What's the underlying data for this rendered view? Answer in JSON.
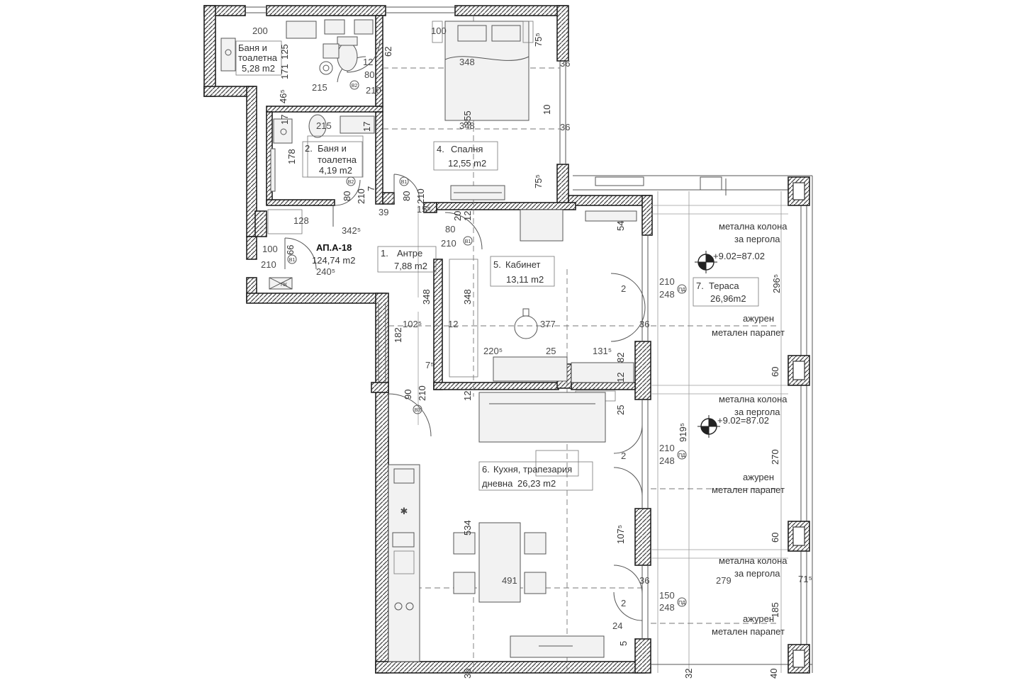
{
  "plan": {
    "apartment_id": "АП.А-18",
    "apartment_area": "124,74 m2",
    "rooms": [
      {
        "num": "1.",
        "name": "Антре",
        "area": "7,88 m2"
      },
      {
        "num": "2.",
        "name_line1": "Баня и",
        "name_line2": "тоалетна",
        "area": "4,19 m2"
      },
      {
        "num": "",
        "name_line1": "Баня и",
        "name_line2": "тоалетна",
        "area": "5,28 m2"
      },
      {
        "num": "4.",
        "name": "Спалня",
        "area": "12,55 m2"
      },
      {
        "num": "5.",
        "name": "Кабинет",
        "area": "13,11 m2"
      },
      {
        "num": "6.",
        "name_line1": "Кухня, трапезария",
        "name_line2": "дневна",
        "area": "26,23 m2"
      },
      {
        "num": "7.",
        "name": "Тераса",
        "area": "26,96m2"
      }
    ],
    "terrace_notes": {
      "column_line1": "метална колона",
      "column_line2": "за пергола",
      "parapet_line1": "ажурен",
      "parapet_line2": "метален парапет"
    },
    "levels": [
      "+9.02=87.02",
      "+9.02=87.02"
    ],
    "door_tags": [
      "B2",
      "B2",
      "B1",
      "B1",
      "B1",
      "B3",
      "ПД",
      "ПД",
      "ПД"
    ],
    "shaft_label": "ПК",
    "dimensions": {
      "d200": "200",
      "d100": "100",
      "d62": "62",
      "d755a": "75⁵",
      "d125": "125",
      "d171": "171",
      "d12a": "12",
      "d80a": "80",
      "d210a": "210",
      "d348a": "348",
      "d36a": "36",
      "d215a": "215",
      "d465": "46⁵",
      "d355": "355",
      "d10": "10",
      "d17": "17",
      "d215b": "215",
      "d17b": "17",
      "d348b": "348",
      "d36b": "36",
      "d178": "178",
      "d755b": "75⁵",
      "d80b": "80",
      "d210b": "210",
      "d7": "7",
      "d80c": "80",
      "d210c": "210",
      "d39": "39",
      "d155": "15⁵",
      "d20": "20",
      "d12b": "12",
      "d128": "128",
      "d3425": "342⁵",
      "d80d": "80",
      "d210d": "210",
      "d54": "54",
      "d100b": "100",
      "d210e": "210",
      "d66": "66",
      "d2405": "240⁵",
      "d210f": "210",
      "d248a": "248",
      "d2965": "296⁵",
      "d348c": "348",
      "d348d": "348",
      "d2a": "2",
      "d1025": "102⁵",
      "d12c": "12",
      "d377": "377",
      "d36c": "36",
      "d182": "182",
      "d2205": "220⁵",
      "d25a": "25",
      "d1315": "131⁵",
      "d82": "82",
      "d12d": "12",
      "d75c": "7⁵",
      "d60a": "60",
      "d90": "90",
      "d210g": "210",
      "d12e": "12",
      "d25b": "25",
      "d9195": "919⁵",
      "d210h": "210",
      "d248b": "248",
      "d2b": "2",
      "d270": "270",
      "d534": "534",
      "d1075": "107⁵",
      "d60b": "60",
      "d491": "491",
      "d36d": "36",
      "d279": "279",
      "d715": "71⁵",
      "d150": "150",
      "d248c": "248",
      "d2c": "2",
      "d185": "185",
      "d24": "24",
      "d5": "5",
      "d36e": "36",
      "d32": "32",
      "d40": "40"
    }
  }
}
